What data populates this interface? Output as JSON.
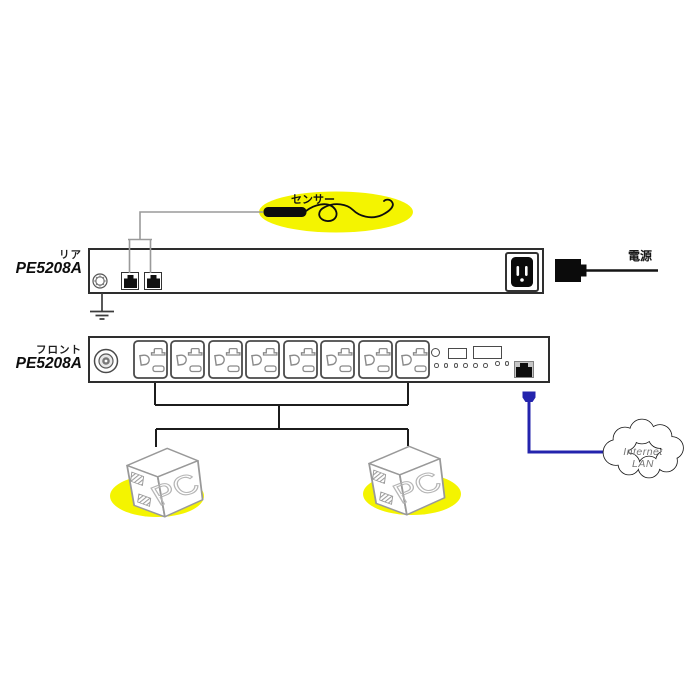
{
  "sensor": {
    "label": "センサー"
  },
  "rear": {
    "panel_label": "リア",
    "model": "PE5208A",
    "sensor_port_count": 2
  },
  "front": {
    "panel_label": "フロント",
    "model": "PE5208A",
    "outlet_count": 8,
    "status_led_count": 6,
    "aux_led_count": 2
  },
  "power": {
    "label": "電源"
  },
  "network": {
    "cloud_label_line1": "Internet",
    "cloud_label_line2": "LAN"
  },
  "computers": {
    "label": "PC",
    "count": 2
  },
  "colors": {
    "highlight_yellow": "#f4f400",
    "lan_blue": "#2424ad",
    "wire_gray": "#9a9a9a",
    "line_black": "#1c1c1c"
  }
}
